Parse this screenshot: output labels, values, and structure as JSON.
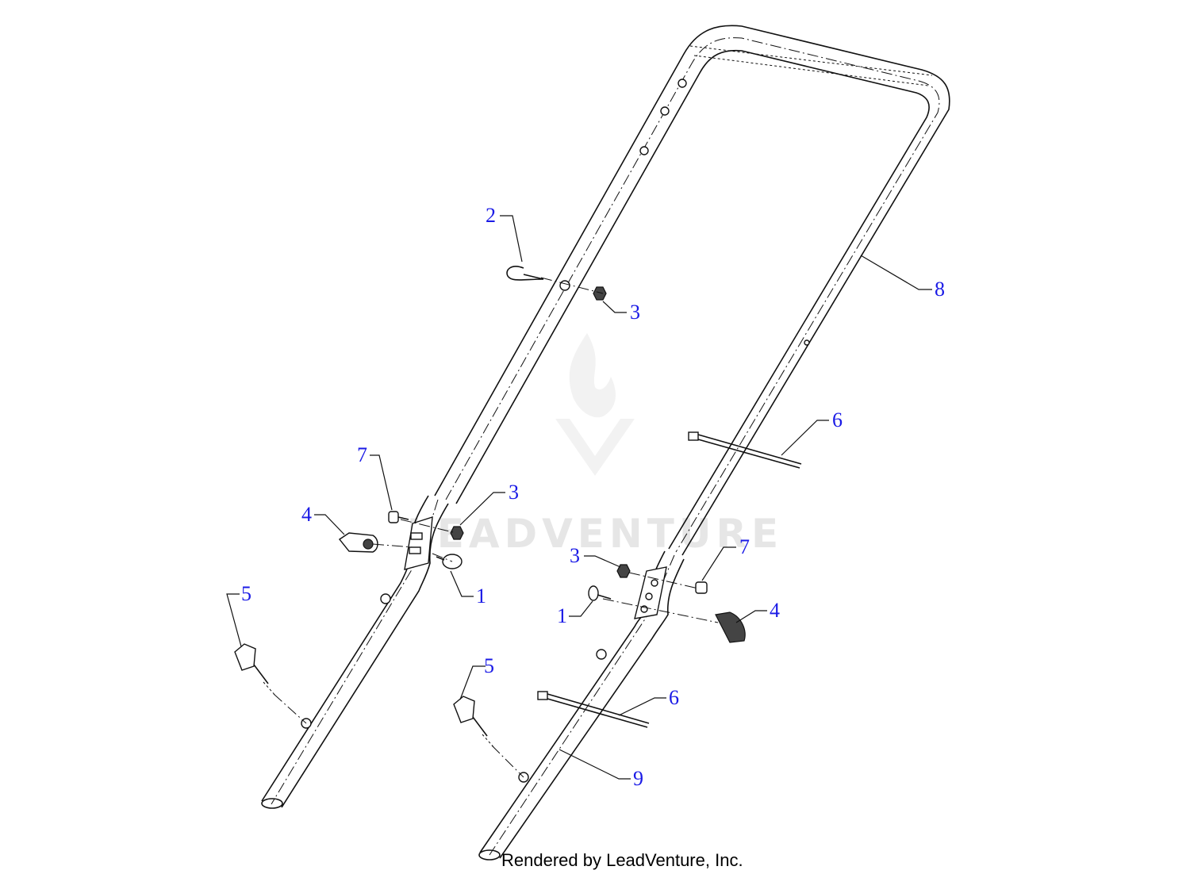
{
  "credit": "Rendered by LeadVenture, Inc.",
  "watermark": {
    "text": "LEADVENTURE"
  },
  "callouts": [
    {
      "id": "c2",
      "label": "2"
    },
    {
      "id": "c3a",
      "label": "3"
    },
    {
      "id": "c8",
      "label": "8"
    },
    {
      "id": "c6a",
      "label": "6"
    },
    {
      "id": "c7a",
      "label": "7"
    },
    {
      "id": "c3b",
      "label": "3"
    },
    {
      "id": "c4a",
      "label": "4"
    },
    {
      "id": "c1a",
      "label": "1"
    },
    {
      "id": "c3c",
      "label": "3"
    },
    {
      "id": "c7b",
      "label": "7"
    },
    {
      "id": "c1b",
      "label": "1"
    },
    {
      "id": "c4b",
      "label": "4"
    },
    {
      "id": "c5a",
      "label": "5"
    },
    {
      "id": "c5b",
      "label": "5"
    },
    {
      "id": "c6b",
      "label": "6"
    },
    {
      "id": "c9",
      "label": "9"
    }
  ]
}
